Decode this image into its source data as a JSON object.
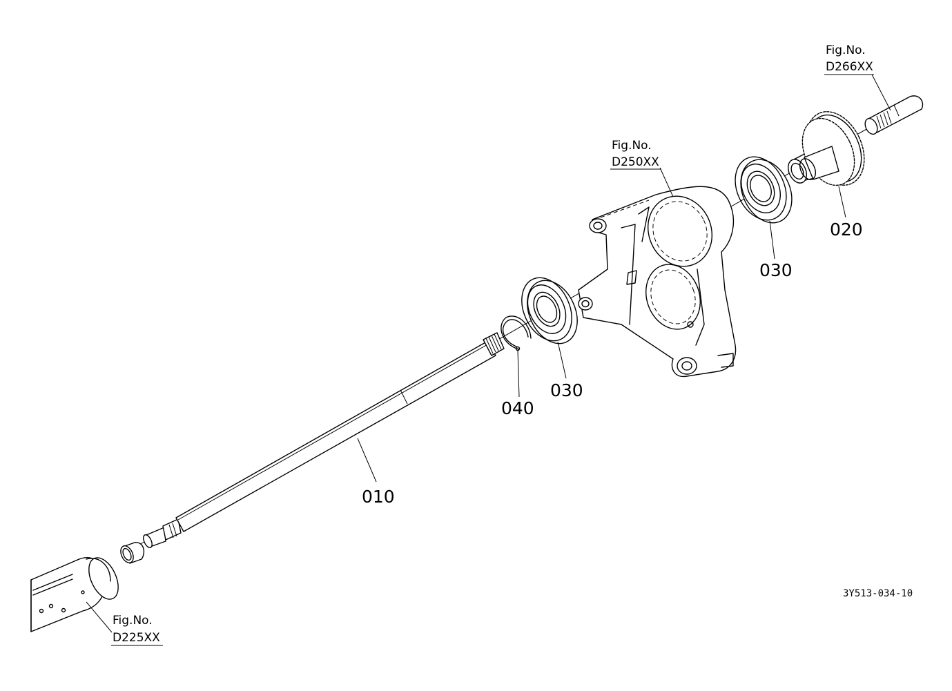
{
  "drawing_code": "3Y513-034-10",
  "fig_refs": [
    {
      "title": "Fig.No.",
      "code": "D266XX"
    },
    {
      "title": "Fig.No.",
      "code": "D250XX"
    },
    {
      "title": "Fig.No.",
      "code": "D225XX"
    }
  ],
  "parts": [
    {
      "number": "010"
    },
    {
      "number": "020"
    },
    {
      "number": "030"
    },
    {
      "number": "030"
    },
    {
      "number": "040"
    }
  ]
}
